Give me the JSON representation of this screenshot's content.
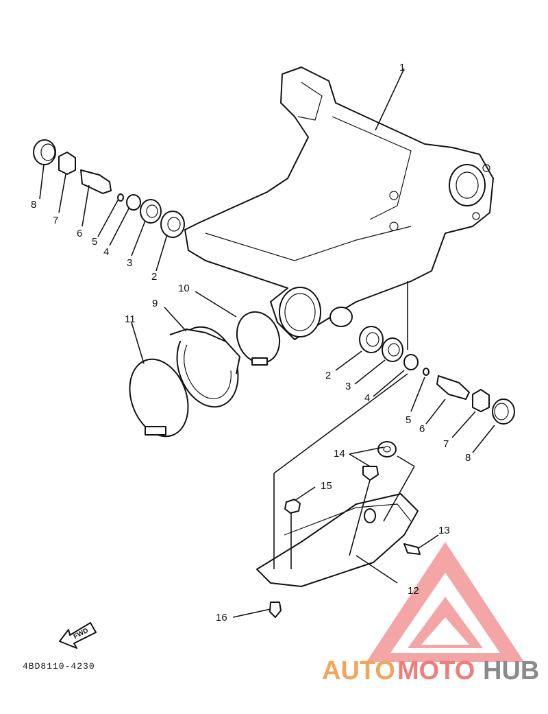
{
  "diagram": {
    "callouts": {
      "swingarm": "1",
      "bearing_l": "2",
      "seal_l": "3",
      "collar_l": "4",
      "ring_l": "5",
      "shaft_l": "6",
      "nut_l": "7",
      "cap_l": "8",
      "boot": "9",
      "band_small": "10",
      "band_large": "11",
      "guard": "12",
      "clip": "13",
      "damper": "14",
      "grommet": "15",
      "bolt": "16",
      "bearing_r": "2",
      "seal_r": "3",
      "collar_r": "4",
      "ring_r": "5",
      "shaft_r": "6",
      "nut_r": "7",
      "cap_r": "8"
    },
    "fwd_label": "FWD",
    "part_code": "4BD8110-4230"
  },
  "watermark": {
    "auto": "AUTO",
    "moto": "MOTO",
    "hub": "HUB",
    "colors": {
      "auto": "#F2A65A",
      "moto": "#F07C7C",
      "hub": "#8A8A8A",
      "logo": "#F08080"
    }
  }
}
